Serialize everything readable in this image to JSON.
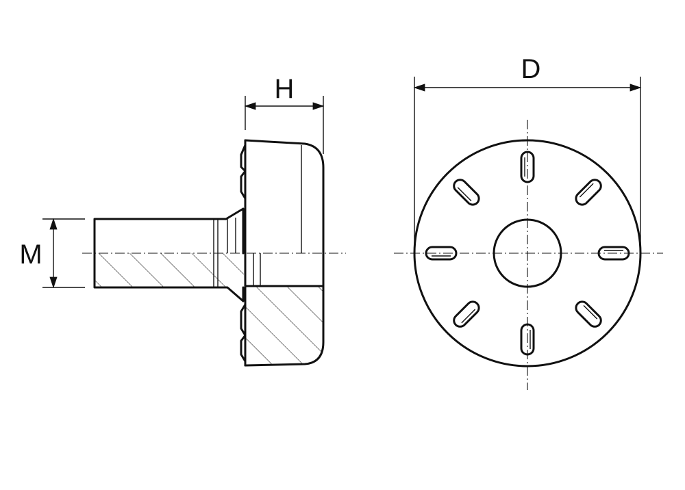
{
  "dimensions": {
    "height_label": "H",
    "diameter_label": "D",
    "thread_label": "M"
  },
  "front_view": {
    "slot_count": 8
  },
  "colors": {
    "line": "#111111",
    "background": "#ffffff"
  }
}
